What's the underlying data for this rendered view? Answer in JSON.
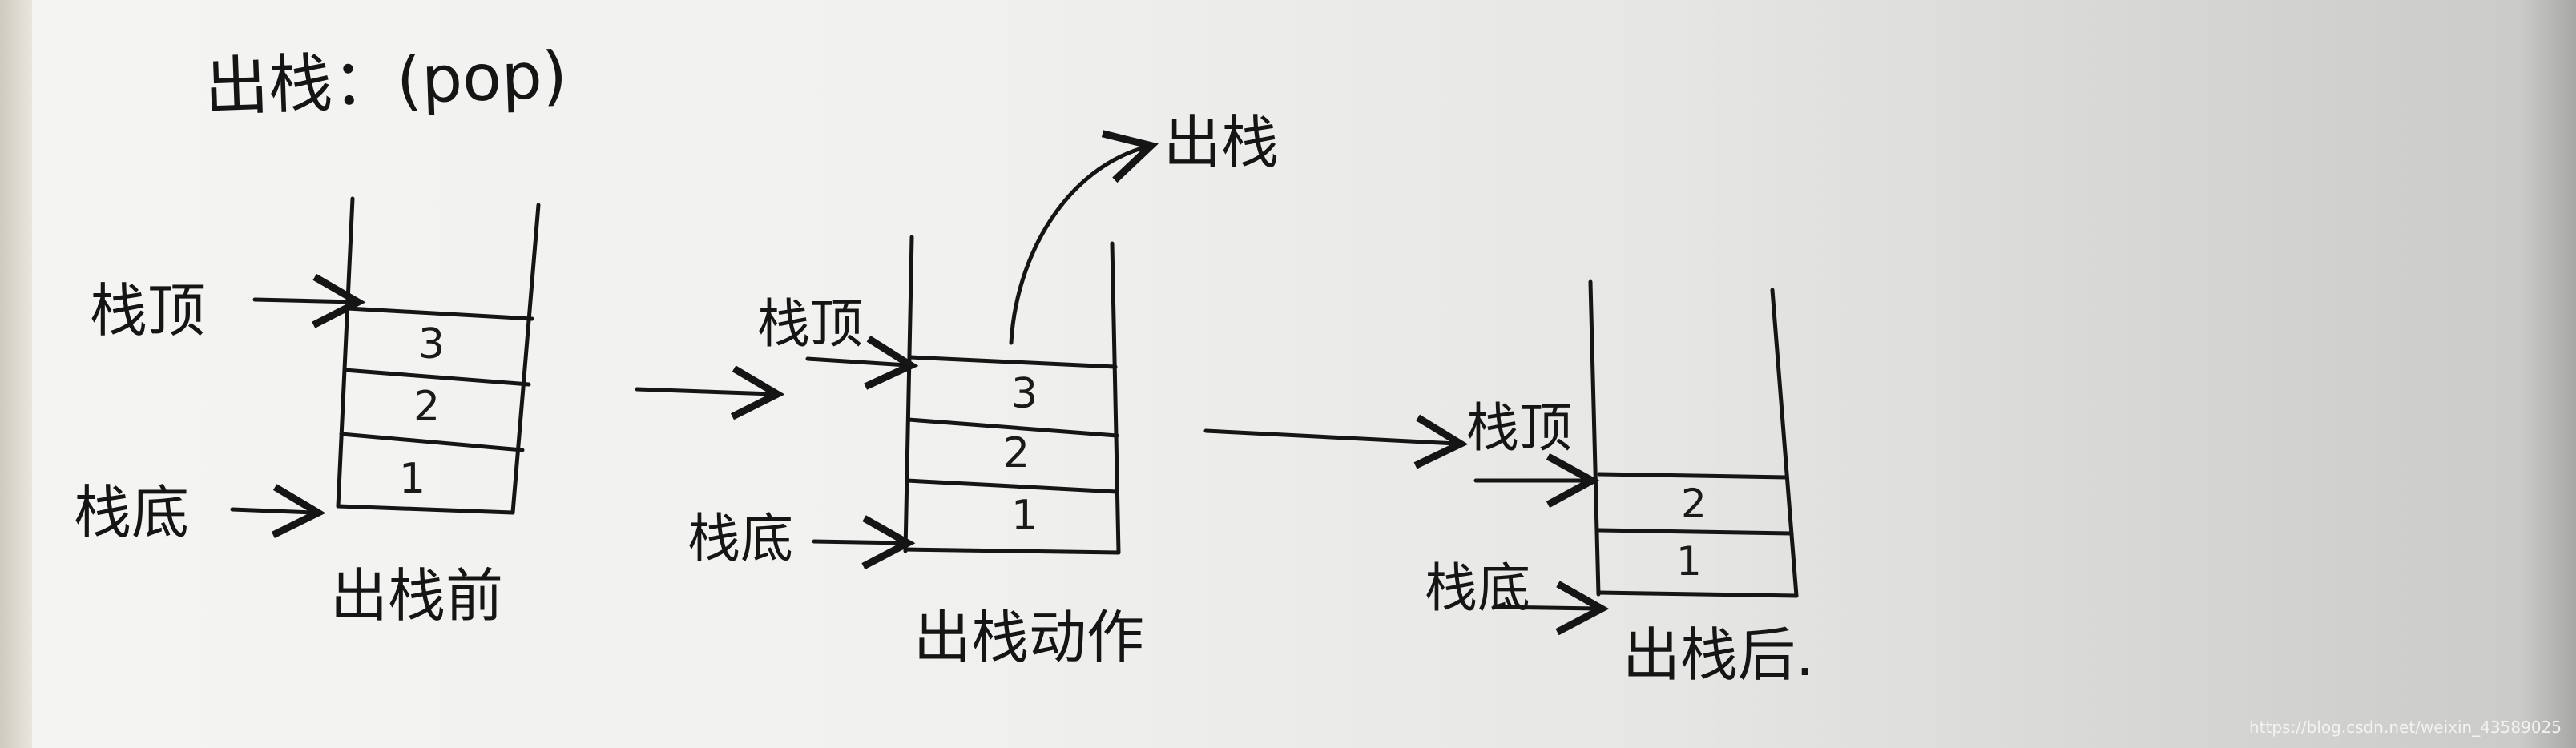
{
  "title": "出栈：(pop)",
  "labels": {
    "stack_top": "栈顶",
    "stack_bottom": "栈底",
    "popped_out": "出栈"
  },
  "captions": {
    "before": "出栈前",
    "during": "出栈动作",
    "after": "出栈后."
  },
  "stacks": {
    "before": [
      "1",
      "2",
      "3"
    ],
    "during": [
      "1",
      "2",
      "3"
    ],
    "after": [
      "1",
      "2"
    ]
  },
  "watermark": "https://blog.csdn.net/weixin_43589025"
}
